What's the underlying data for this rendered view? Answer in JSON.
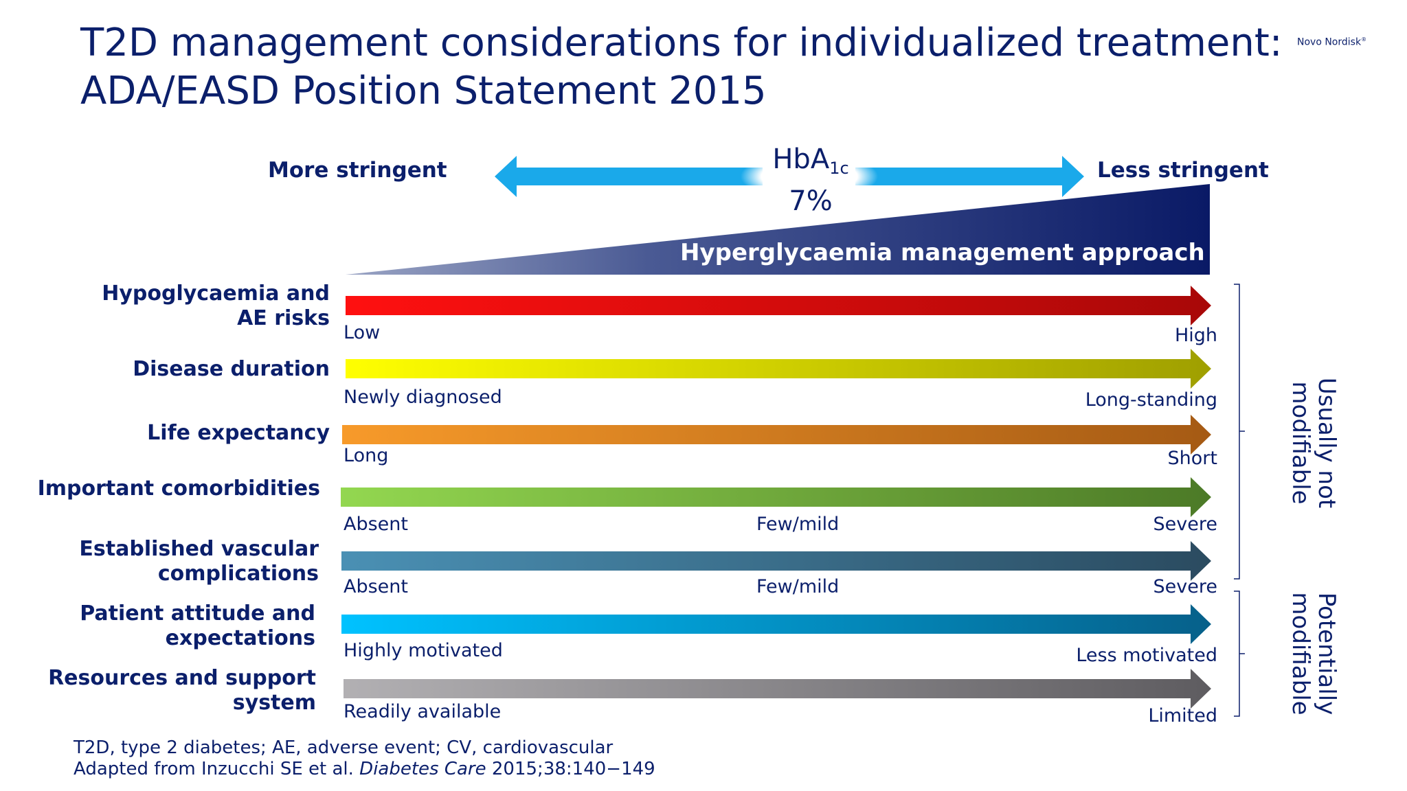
{
  "title": {
    "line1": "T2D management considerations for individualized treatment:",
    "line2": "ADA/EASD Position Statement 2015"
  },
  "brand": {
    "name": "Novo Nordisk",
    "mark": "®"
  },
  "header": {
    "more_stringent": "More stringent",
    "less_stringent": "Less stringent",
    "hba1c_label": "HbA",
    "hba1c_sub": "1c",
    "hba1c_value": "7%",
    "approach": "Hyperglycaemia management approach"
  },
  "colors": {
    "navy": "#0b1f6b",
    "cyan_arrow": "#1aa9ea"
  },
  "rows": [
    {
      "label_lines": [
        "Hypoglycaemia and",
        "AE risks"
      ],
      "left": "Low",
      "mid": "",
      "right": "High",
      "from": "#ff1010",
      "to": "#a80808"
    },
    {
      "label_lines": [
        "Disease duration"
      ],
      "left": "Newly diagnosed",
      "mid": "",
      "right": "Long-standing",
      "from": "#ffff00",
      "to": "#9f9f00"
    },
    {
      "label_lines": [
        "Life expectancy"
      ],
      "left": "Long",
      "mid": "",
      "right": "Short",
      "from": "#f79a2a",
      "to": "#a55a14"
    },
    {
      "label_lines": [
        "Important comorbidities"
      ],
      "left": "Absent",
      "mid": "Few/mild",
      "right": "Severe",
      "from": "#93d750",
      "to": "#4c7a27"
    },
    {
      "label_lines": [
        "Established vascular",
        "complications"
      ],
      "left": "Absent",
      "mid": "Few/mild",
      "right": "Severe",
      "from": "#4a90b4",
      "to": "#2b4b60"
    },
    {
      "label_lines": [
        "Patient attitude and",
        "expectations"
      ],
      "left": "Highly motivated",
      "mid": "",
      "right": "Less motivated",
      "from": "#00c2ff",
      "to": "#06608a"
    },
    {
      "label_lines": [
        "Resources and support",
        "system"
      ],
      "left": "Readily available",
      "mid": "",
      "right": "Limited",
      "from": "#b2b0b3",
      "to": "#5e5c60"
    }
  ],
  "side_labels": {
    "usually_not_modifiable": [
      "Usually not",
      "modifiable"
    ],
    "potentially_modifiable": [
      "Potentially",
      "modifiable"
    ]
  },
  "footnote": {
    "line1": "T2D, type 2 diabetes; AE, adverse event; CV, cardiovascular",
    "line2_pre": "Adapted from Inzucchi SE et al. ",
    "line2_journal": "Diabetes Care",
    "line2_post": " 2015;38:140−149"
  }
}
